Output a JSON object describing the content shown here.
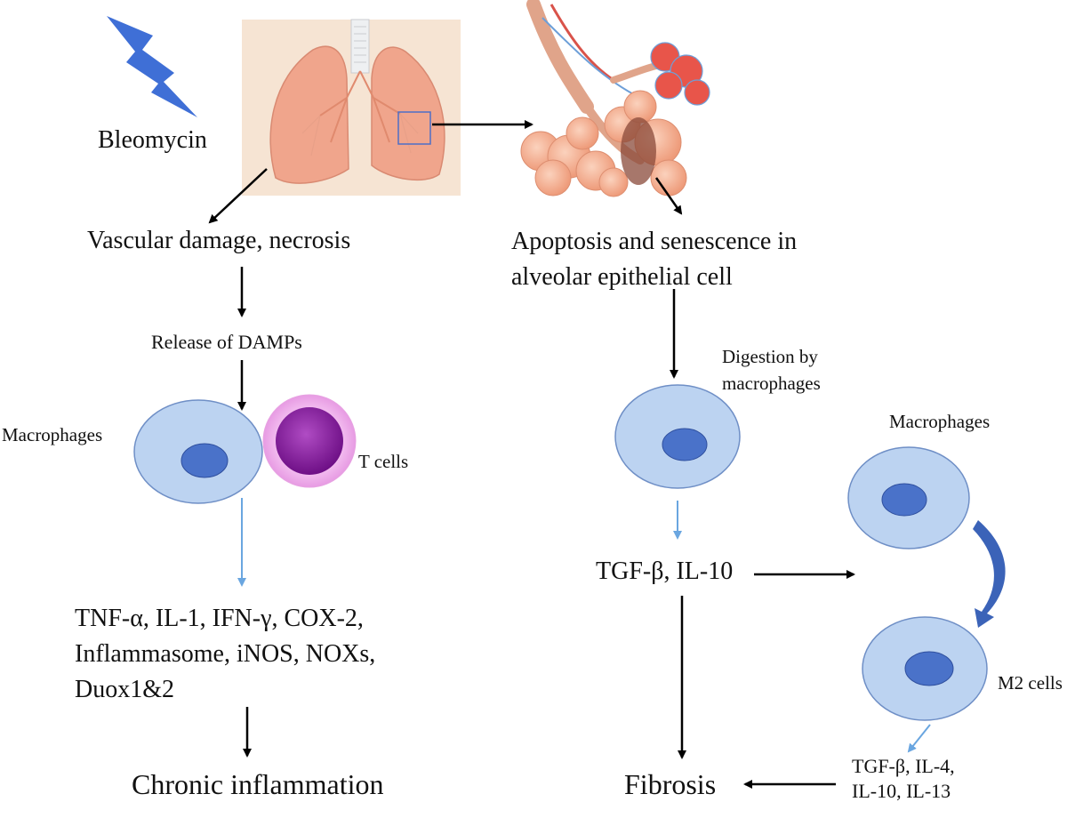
{
  "labels": {
    "bleomycin": "Bleomycin",
    "vascular_damage": "Vascular damage, necrosis",
    "release_damps": "Release of DAMPs",
    "macrophages_left": "Macrophages",
    "t_cells": "T cells",
    "cytokines_left": "TNF-α, IL-1, IFN-γ, COX-2,\nInflammasome, iNOS, NOXs,\nDuox1&2",
    "chronic_inflammation": "Chronic inflammation",
    "apoptosis": "Apoptosis and senescence in\nalveolar epithelial cell",
    "digestion": "Digestion by\nmacrophages",
    "tgf_il10": "TGF-β, IL-10",
    "macrophages_right": "Macrophages",
    "m2_cells": "M2 cells",
    "tgf_il4": "TGF-β, IL-4,\nIL-10, IL-13",
    "fibrosis": "Fibrosis"
  },
  "colors": {
    "cell_fill": "#bcd3f1",
    "cell_stroke": "#6f8fc6",
    "nucleus": "#4a72c9",
    "light_arrow": "#6aa6e0",
    "curve_arrow": "#3b63b8",
    "lightning": "#3f6fd6",
    "tcell_outer": "#f2b8ef",
    "tcell_inner": "#8c1fa0",
    "lung": "#f0a58c",
    "lung_bg": "#f6e4d3",
    "alveoli": "#f3ad8e"
  }
}
